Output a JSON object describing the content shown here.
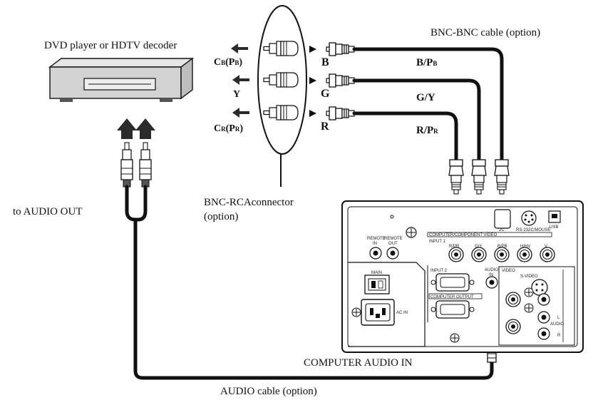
{
  "labels": {
    "device": "DVD player or HDTV decoder",
    "bnc_cable": "BNC-BNC cable (option)",
    "audio_out": "to AUDIO OUT",
    "bnc_rca_connector_line1": "BNC-RCAconnector",
    "bnc_rca_connector_line2": "(option)",
    "computer_audio_in": "COMPUTER AUDIO IN",
    "audio_cable": "AUDIO cable (option)"
  },
  "signals": [
    {
      "id": "b",
      "rca": "C",
      "rca_sub": "B",
      "rca_paren": "(P",
      "rca_paren_sub": "B",
      "rca_close": ")",
      "bnc": "B",
      "cable": "B/P",
      "cable_sub": "B"
    },
    {
      "id": "g",
      "rca": "Y",
      "bnc": "G",
      "cable": "G/Y"
    },
    {
      "id": "r",
      "rca": "C",
      "rca_sub": "R",
      "rca_paren": "(P",
      "rca_paren_sub": "R",
      "rca_close": ")",
      "bnc": "R",
      "cable": "R/P",
      "cable_sub": "R"
    }
  ],
  "panel": {
    "remote_in": "REMOTE IN",
    "remote_out": "REMOTE OUT",
    "main": "MAIN",
    "ac_in": "AC IN",
    "component_video": "COMPUTER/COMPONENT VIDEO",
    "input1": "INPUT 1",
    "input2": "INPUT 2",
    "computer_output": "COMPUTER OUTPUT",
    "audio_in": "AUDIO IN",
    "video": "VIDEO",
    "svideo": "S-VIDEO",
    "rs232c": "RS-232C/MOUSE",
    "usb": "USB",
    "rgb_labels": [
      "R/PR",
      "G/Y",
      "B/PB",
      "H/HV",
      "V"
    ],
    "audio": "AUDIO",
    "lr": [
      "L",
      "R"
    ]
  },
  "colors": {
    "stroke": "#111111",
    "device_fill": "#d6d6d6",
    "panel_fill": "#ffffff",
    "arrow": "#222222"
  }
}
